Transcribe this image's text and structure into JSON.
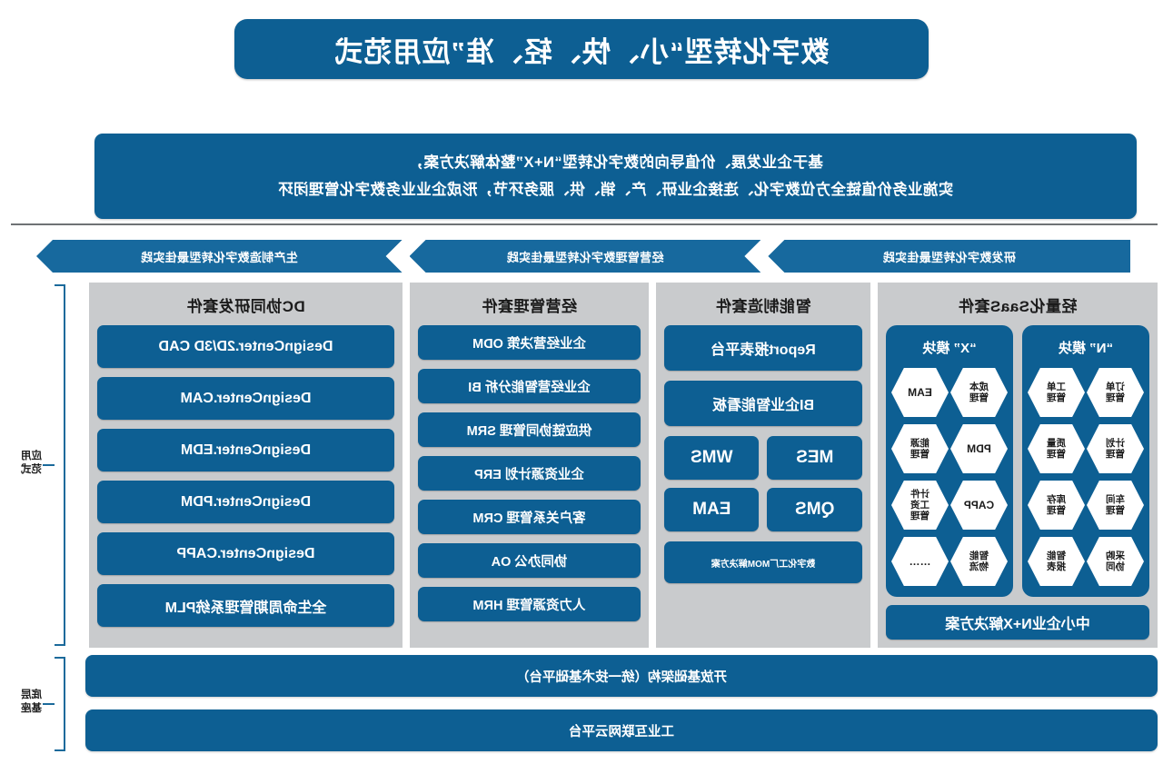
{
  "title": "数字化转型“小、快、轻、准”应用范式",
  "statement": {
    "line1": "基于企业发展、价值导向的数字化转型“N+X”整体解决方案，",
    "line2": "实施业务价值链全方位数字化、连接企业研、产、销、供、服务环节，形成企业业务数字化管理闭环"
  },
  "chevrons": [
    {
      "label": "研发数字化转型最佳实践"
    },
    {
      "label": "经营管理数字化转型最佳实践"
    },
    {
      "label": "生产制造数字化转型最佳实践"
    }
  ],
  "panels": {
    "rd": {
      "title": "DC协同研发套件",
      "items": [
        "DesignCenter.2D/3D CAD",
        "DesignCenter.CAM",
        "DesignCenter.EDM",
        "DesignCenter.PDM",
        "DesignCenter.CAPP",
        "全生命周期管理系统PLM"
      ]
    },
    "ops": {
      "title": "经营管理套件",
      "items": [
        "企业经营决策 ODM",
        "企业经营智能分析 BI",
        "供应链协同管理 SRM",
        "企业资源计划 ERP",
        "客户关系管理 CRM",
        "协同办公 OA",
        "人力资源管理 HRM"
      ]
    },
    "mfg": {
      "title": "智能制造套件",
      "wide": [
        "Report报表平台",
        "BI企业智能看板"
      ],
      "grid": [
        "MES",
        "WMS",
        "QMS",
        "EAM"
      ],
      "footer": "数字化工厂MOM解决方案"
    },
    "saas": {
      "title": "轻量化SaaS套件",
      "columns": [
        {
          "title": "“N” 模块",
          "hexes": [
            {
              "text": "订单\n管理",
              "latin": false
            },
            {
              "text": "工单\n管理",
              "latin": false
            },
            {
              "text": "计划\n管理",
              "latin": false
            },
            {
              "text": "质量\n管理",
              "latin": false
            },
            {
              "text": "车间\n管理",
              "latin": false
            },
            {
              "text": "库存\n管理",
              "latin": false
            },
            {
              "text": "采购\n协同",
              "latin": false
            },
            {
              "text": "智能\n报表",
              "latin": false
            }
          ]
        },
        {
          "title": "“X” 模块",
          "hexes": [
            {
              "text": "成本\n管理",
              "latin": false
            },
            {
              "text": "EAM",
              "latin": true
            },
            {
              "text": "PDM",
              "latin": true
            },
            {
              "text": "能源\n管理",
              "latin": false
            },
            {
              "text": "CAPP",
              "latin": true
            },
            {
              "text": "计件\n工资\n管理",
              "latin": false
            },
            {
              "text": "智能\n物流",
              "latin": false
            },
            {
              "text": "……",
              "latin": true
            }
          ]
        }
      ],
      "footer": "中小企业N+X解决方案"
    }
  },
  "base": {
    "bar1": "开放基础架构（统一技术基础平台）",
    "bar2": "工业互联网云平台"
  },
  "brackets": {
    "application": "应用\n范式",
    "foundation": "底层\n基座"
  },
  "colors": {
    "primary_blue": "#0d5f93",
    "chevron_blue": "#17699e",
    "panel_gray": "#c9cbcd",
    "bracket_blue": "#1b6a9b",
    "text_dark": "#1b1b1b",
    "rule_gray": "#6f7275"
  }
}
